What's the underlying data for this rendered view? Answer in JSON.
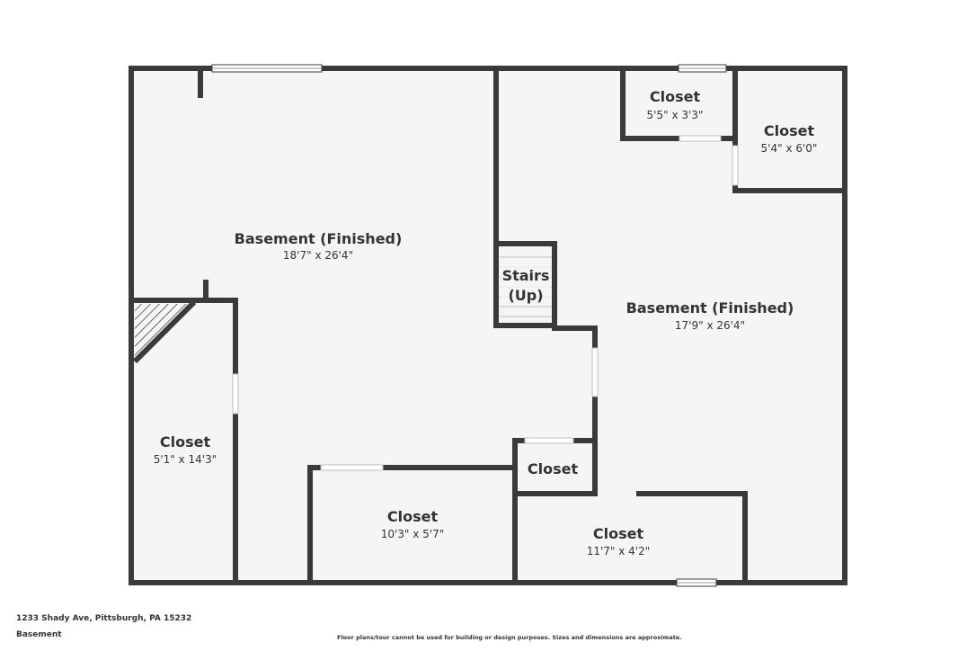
{
  "rooms": [
    {
      "id": "basement-left",
      "name": "Basement (Finished)",
      "dims": "18'7\" x 26'4\""
    },
    {
      "id": "basement-right",
      "name": "Basement (Finished)",
      "dims": "17'9\" x 26'4\""
    },
    {
      "id": "closet-top-small",
      "name": "Closet",
      "dims": "5'5\" x 3'3\""
    },
    {
      "id": "closet-top-right",
      "name": "Closet",
      "dims": "5'4\" x 6'0\""
    },
    {
      "id": "closet-left-tall",
      "name": "Closet",
      "dims": "5'1\" x 14'3\""
    },
    {
      "id": "closet-bottom-mid",
      "name": "Closet",
      "dims": "10'3\" x 5'7\""
    },
    {
      "id": "closet-small-center",
      "name": "Closet",
      "dims": ""
    },
    {
      "id": "closet-bottom-right",
      "name": "Closet",
      "dims": "11'7\" x 4'2\""
    }
  ],
  "stairs": {
    "line1": "Stairs",
    "line2": "(Up)"
  },
  "footer": {
    "address": "1233 Shady Ave, Pittsburgh, PA 15232",
    "level": "Basement",
    "disclaimer": "Floor plans/tour cannot be used for building or design purposes. Sizes and dimensions are approximate."
  },
  "colors": {
    "wall": "#3a3a3a",
    "floor": "#f5f5f5",
    "text": "#333333"
  }
}
